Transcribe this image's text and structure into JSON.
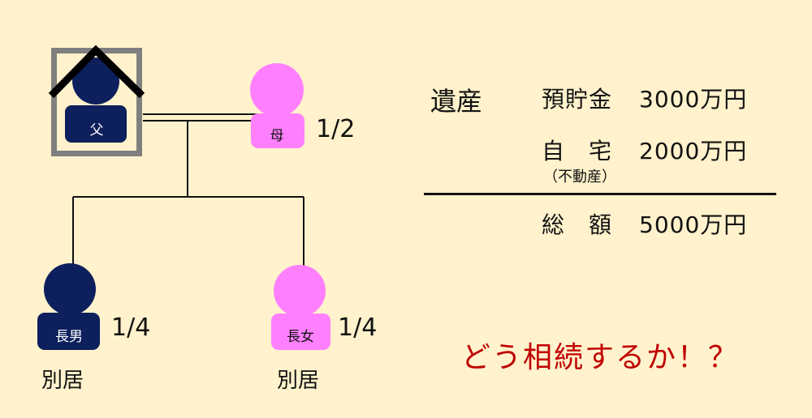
{
  "persons": {
    "father": {
      "label": "父",
      "color": "#0d1f5c",
      "status": "deceased"
    },
    "mother": {
      "label": "母",
      "share": "1/2",
      "color": "#ff80ff"
    },
    "son": {
      "label": "長男",
      "share": "1/4",
      "living": "別居",
      "color": "#0d1f5c"
    },
    "daughter": {
      "label": "長女",
      "share": "1/4",
      "living": "別居",
      "color": "#ff80ff"
    }
  },
  "estate": {
    "title": "遺産",
    "items": [
      {
        "label": "預貯金",
        "value": "3000万円"
      },
      {
        "label": "自　宅",
        "value": "2000万円",
        "note": "（不動産）"
      }
    ],
    "total": {
      "label": "総　額",
      "value": "5000万円"
    }
  },
  "question": "どう相続するか！？",
  "colors": {
    "background": "#fff2cc",
    "question": "#c00000",
    "frame": "#7f7f7f"
  }
}
